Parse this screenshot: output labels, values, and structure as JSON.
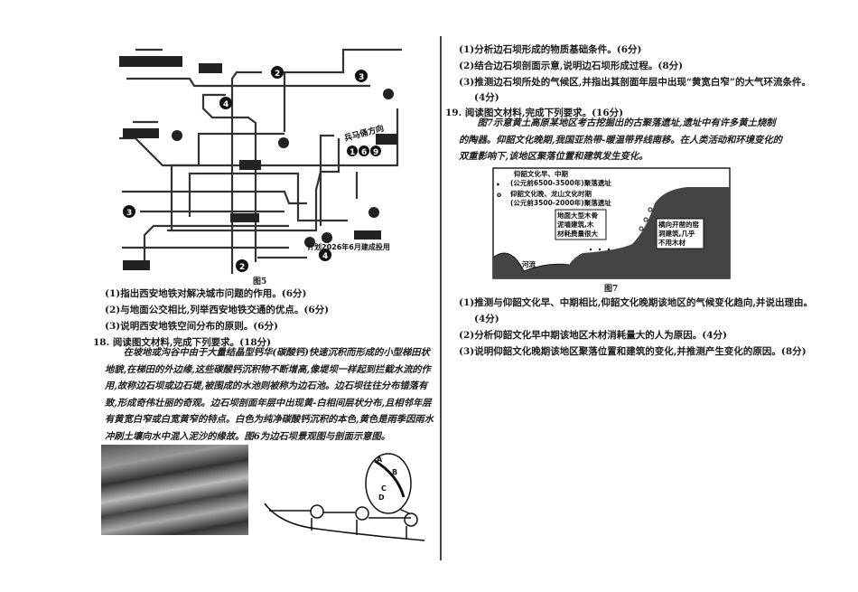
{
  "figure5": {
    "caption": "图5",
    "direction_label": "兵马俑方向",
    "planned_note": "计划2026年6月建成投用",
    "line_numbers": [
      "2",
      "3",
      "4",
      "3",
      "4",
      "2",
      "1",
      "6",
      "9"
    ]
  },
  "q17": {
    "items": [
      "(1)指出西安地铁对解决城市问题的作用。(6分)",
      "(2)与地面公交相比,列举西安地铁交通的优点。(6分)",
      "(3)说明西安地铁空间分布的原则。(6分)"
    ]
  },
  "q18": {
    "title": "18. 阅读图文材料,完成下列要求。(18分)",
    "material": "在坡地或沟谷中由于大量结晶型钙华(碳酸钙)快速沉积而形成的小型梯田状地貌,在梯田的外边缘,这些碳酸钙沉积物不断增高,像堤坝一样起到拦截水流的作用,故称边石坝或边石堤,被围成的水池则被称为边石池。边石坝往往分布错落有致,形成奇伟壮丽的奇观。边石坝剖面年层中出现黄-白相间层状分布,且相邻年层有黄宽白窄或白宽黄窄的特点。白色为纯净碳酸钙沉积的本色,黄色是雨季因雨水冲刷土壤向水中混入泥沙的缘故。图6为边石坝景观图与剖面示意图。",
    "figure6_labels": [
      "A",
      "B",
      "C",
      "D"
    ],
    "items": [
      "(1)分析边石坝形成的物质基础条件。(6分)",
      "(2)结合边石坝剖面示意,说明边石坝形成过程。(8分)",
      "(3)推测边石坝所处的气候区,并指出其剖面年层中出现“黄宽白窄”的大气环流条件。",
      "(4分)"
    ]
  },
  "q19": {
    "title": "19. 阅读图文材料,完成下列要求。(16分)",
    "material": "图7示意黄土高原某地区考古挖掘出的古聚落遗址,遗址中有许多黄土烧制的陶器。仰韶文化晚期,我国亚热带-暖温带界线南移。在人类活动和环境变化的双重影响下,该地区聚落位置和建筑发生变化。",
    "figure7": {
      "caption": "图7",
      "legend": [
        {
          "symbol": "•",
          "line1": "仰韶文化早、中期",
          "line2": "(公元前6500-3500年)聚落遗址"
        },
        {
          "symbol": "o",
          "line1": "仰韶文化晚、龙山文化时期",
          "line2": "(公元前3500-2000年)聚落遗址"
        }
      ],
      "callout_left": [
        "地面大型木骨",
        "泥墙建筑,木",
        "材耗费量很大"
      ],
      "callout_right": [
        "横向开凿的窑",
        "洞建筑,几乎",
        "不用木材"
      ],
      "river_label": "河流"
    },
    "items": [
      "(1)推测与仰韶文化早、中期相比,仰韶文化晚期该地区的气候变化趋向,并说出理由。",
      "(4分)",
      "(2)分析仰韶文化早中期该地区木材消耗量大的人为原因。(4分)",
      "(3)说明仰韶文化晚期该地区聚落位置和建筑的变化,并推测产生变化的原因。(8分)"
    ]
  }
}
